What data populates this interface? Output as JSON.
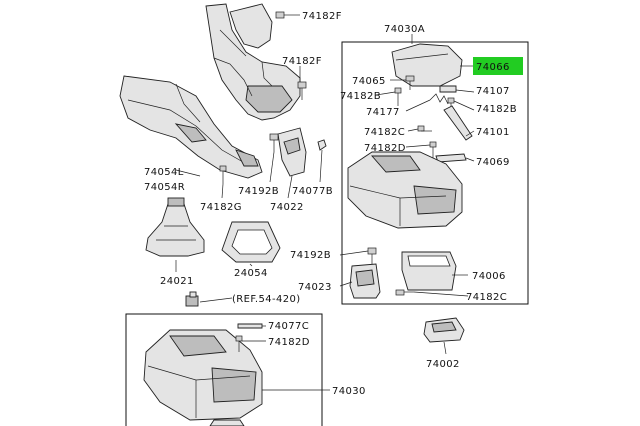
{
  "highlight_color": "#22cc22",
  "labels": {
    "p74182F_a": "74182F",
    "p74030A": "74030A",
    "p74182F_b": "74182F",
    "p74066": "74066",
    "p74065": "74065",
    "p74107": "74107",
    "p74182B_a": "74182B",
    "p74182B_b": "74182B",
    "p74177": "74177",
    "p74182C_a": "74182C",
    "p74101": "74101",
    "p74182D_a": "74182D",
    "p74069": "74069",
    "p74054L": "74054L",
    "p74054R": "74054R",
    "p74192B_a": "74192B",
    "p74077B": "74077B",
    "p74182G": "74182G",
    "p74022": "74022",
    "p74192B_b": "74192B",
    "p74006": "74006",
    "p24021": "24021",
    "p24054": "24054",
    "p74023": "74023",
    "p74182C_b": "74182C",
    "ref": "(REF.54-420)",
    "p74077C": "74077C",
    "p74182D_b": "74182D",
    "p74002": "74002",
    "p74030": "74030"
  },
  "icons": {
    "bolt": "bolt-icon",
    "clip": "clip-icon"
  }
}
